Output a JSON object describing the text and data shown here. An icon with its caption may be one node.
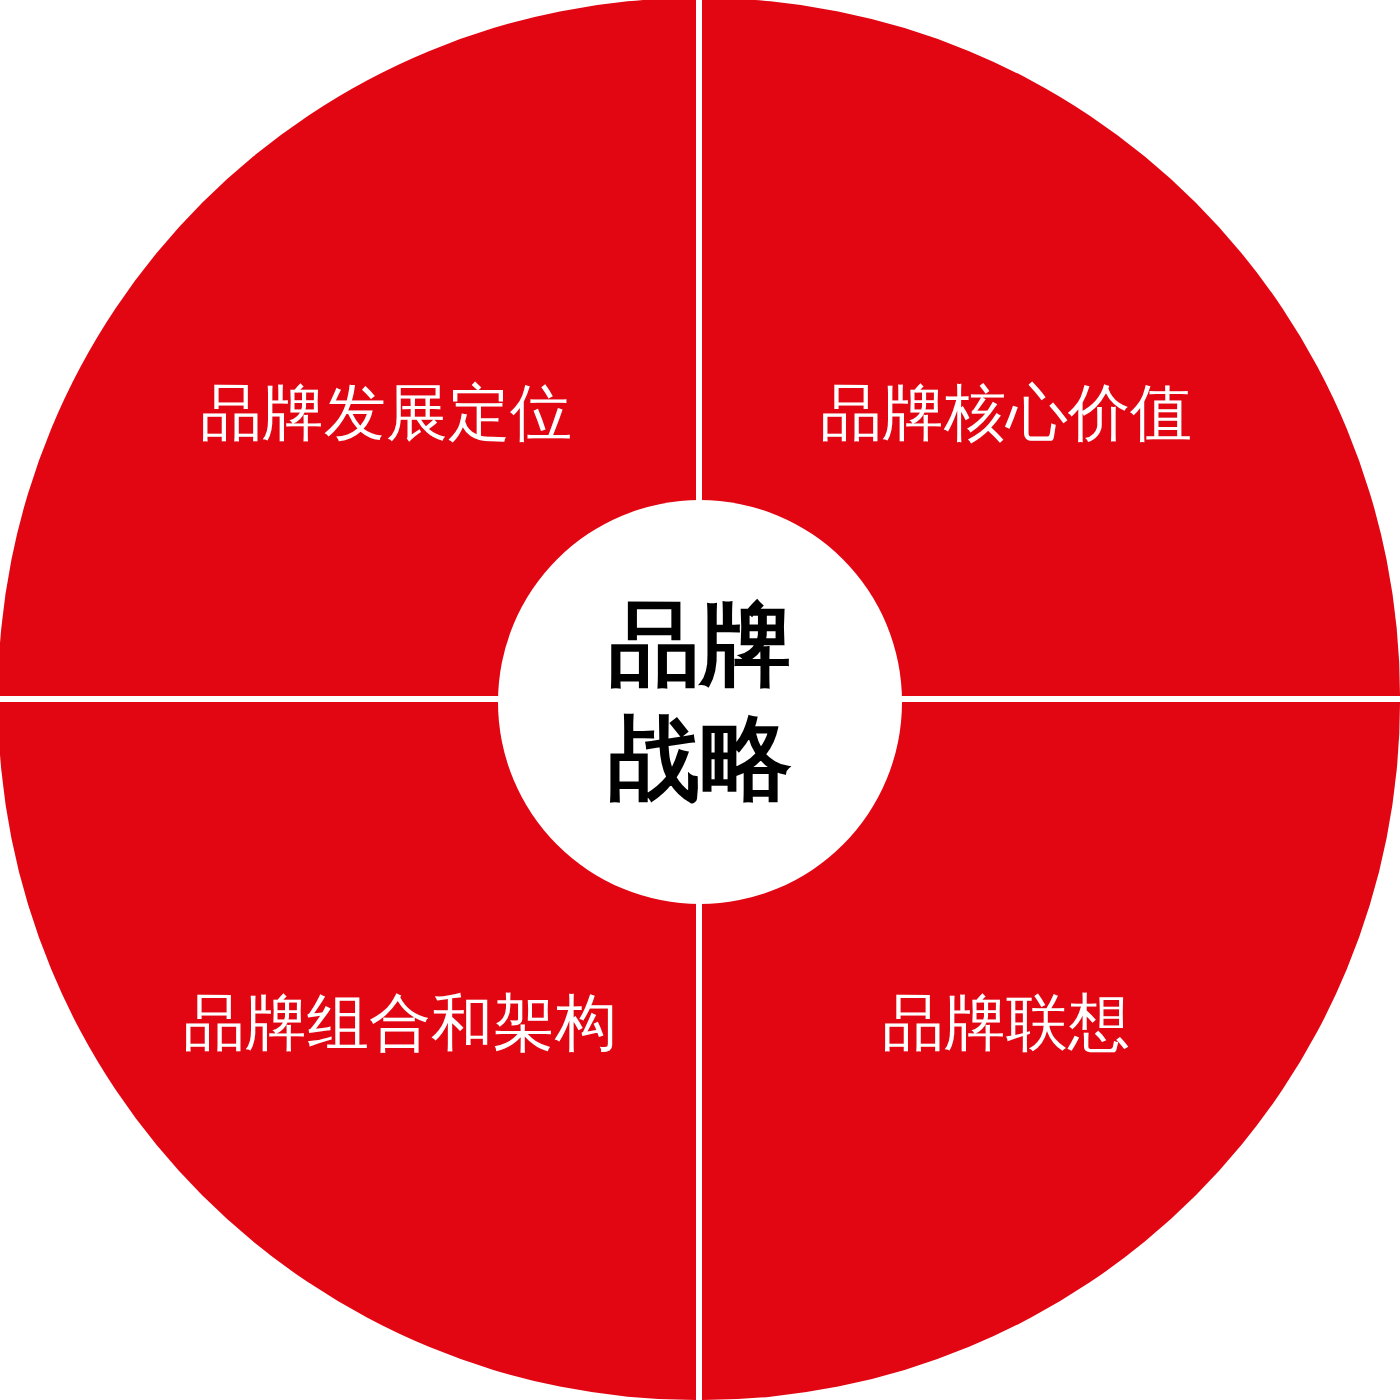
{
  "diagram": {
    "nodes": [
      {
        "text": [
          "品牌发展定位"
        ]
      },
      {
        "text": [
          "品牌核心价值"
        ]
      },
      {
        "text": [
          "品牌组合和架构"
        ]
      },
      {
        "text": [
          "品牌联想"
        ]
      },
      {
        "text": [
          "品牌战略"
        ]
      }
    ]
  }
}
